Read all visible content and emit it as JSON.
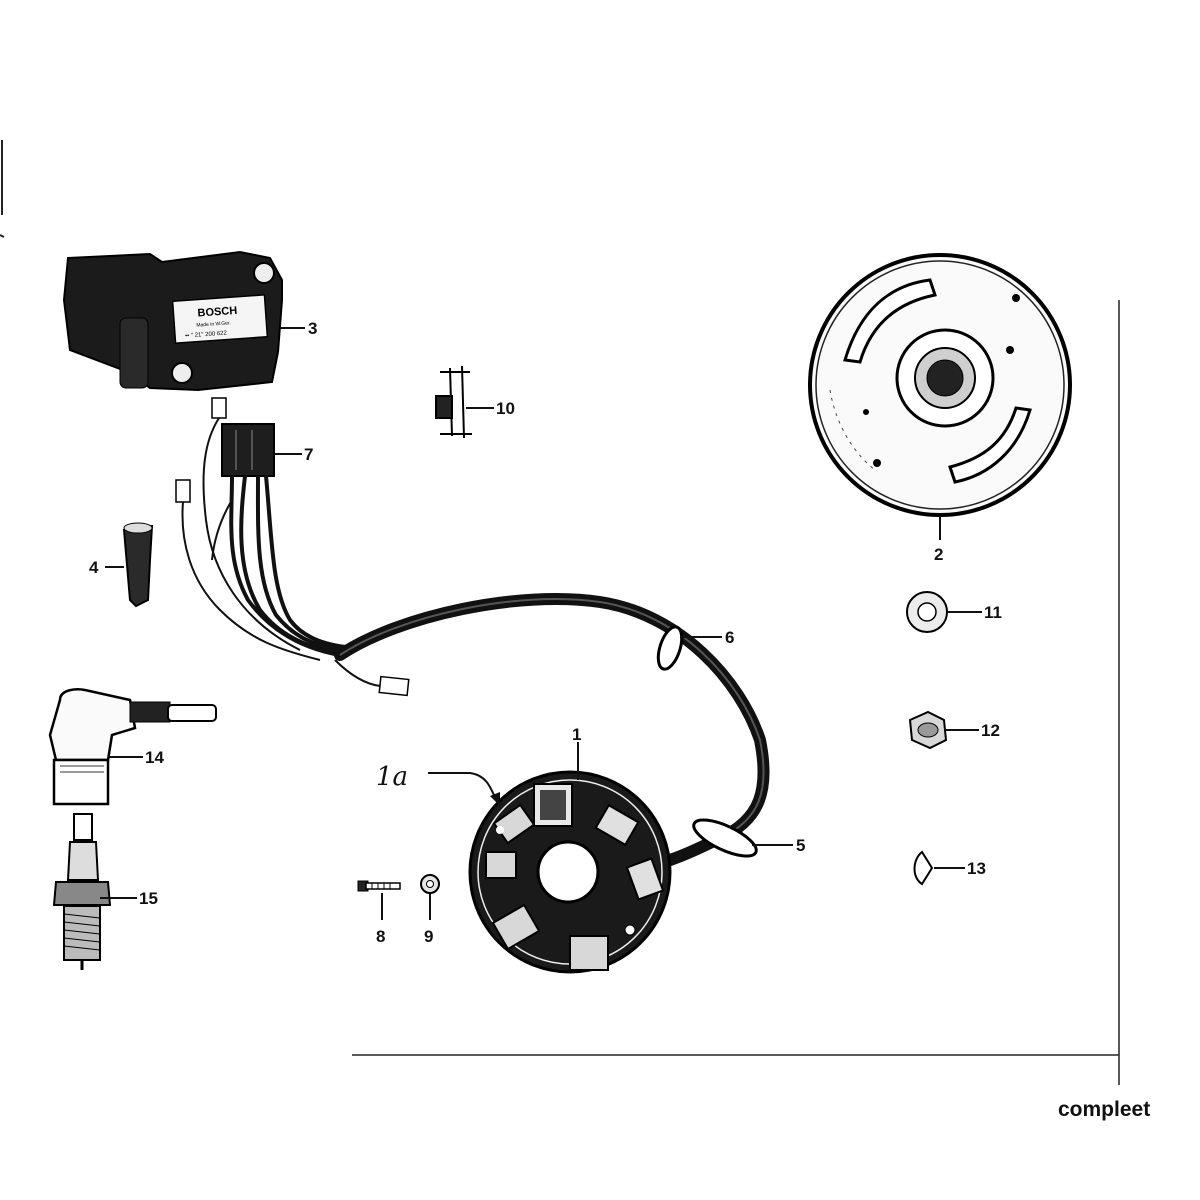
{
  "diagram": {
    "callouts": {
      "c1": "1",
      "c1a": "1a",
      "c2": "2",
      "c3": "3",
      "c4": "4",
      "c5": "5",
      "c6": "6",
      "c7": "7",
      "c8": "8",
      "c9": "9",
      "c10": "10",
      "c11": "11",
      "c12": "12",
      "c13": "13",
      "c14": "14",
      "c15": "15"
    },
    "coil_label": {
      "brand": "BOSCH",
      "line1": "Made in W.Ger.",
      "line2": "•• \" 21\" 200 622"
    }
  },
  "caption": "compleet"
}
